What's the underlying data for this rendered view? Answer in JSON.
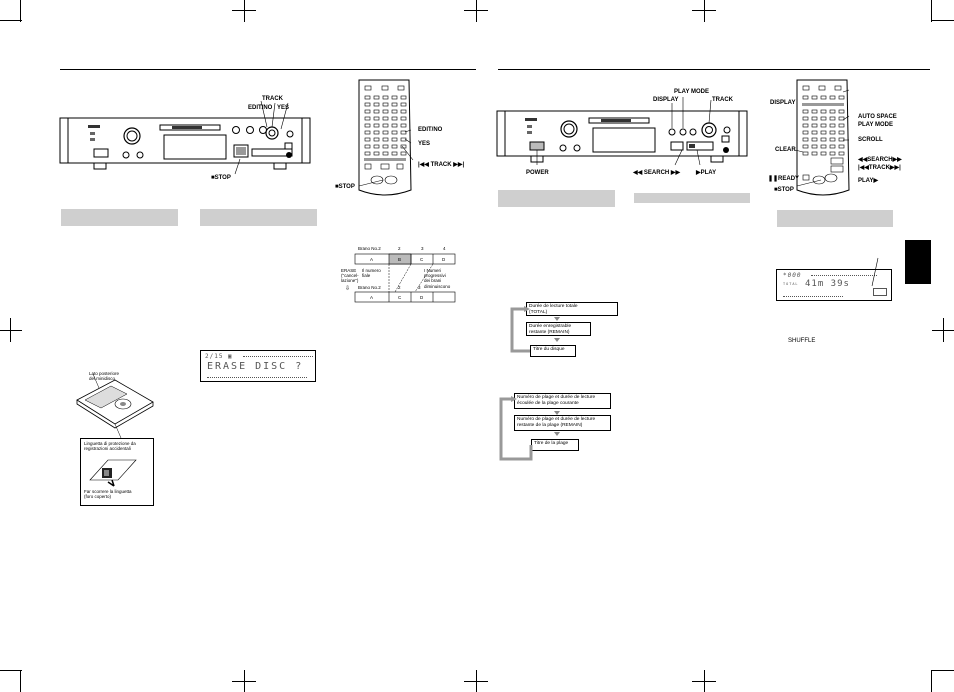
{
  "left_page": {
    "device_labels": {
      "track": "TRACK",
      "editing_no": "EDIT/NO",
      "yes": "YES",
      "stop": "■STOP"
    },
    "remote_labels": {
      "editing_no": "EDIT/NO",
      "yes": "YES",
      "track": "|◀◀ TRACK ▶▶|",
      "stop": "■STOP"
    },
    "erase_table": {
      "header_label": "Brano No.2",
      "col_numbers": [
        "2",
        "3",
        "4"
      ],
      "row1": [
        "A",
        "B",
        "C",
        "D"
      ],
      "erase_label": "ERASE\n(\"cancel-\nlazione\")",
      "erased_note": "Il numero\nfiale",
      "renumber_note": "I Numeri\nprogressivi\ndei brani\ndiminuiscono",
      "brano_label2": "Brano No.2",
      "lower_numbers": [
        "2",
        "3"
      ],
      "row2": [
        "A",
        "C",
        "D",
        ""
      ]
    },
    "lcd_erase": {
      "top_line": "2/15 ▣",
      "main_text": "ERASE DISC ?"
    },
    "minidisc": {
      "top_caption": "Lato posteriore\ndel minidisco",
      "tab_caption": "Linguetta di protezione da\nregistrazioni accidentali",
      "slide_caption": "Far scorrere la linguetta\n(foro coperto)"
    }
  },
  "right_page": {
    "device_labels": {
      "play_mode": "PLAY MODE",
      "display": "DISPLAY",
      "track": "TRACK",
      "power": "POWER",
      "search": "◀◀ SEARCH ▶▶",
      "play": "▶PLAY"
    },
    "remote_labels": {
      "display": "DISPLAY",
      "auto_space": "AUTO SPACE",
      "play_mode": "PLAY MODE",
      "scroll": "SCROLL",
      "clear": "CLEAR",
      "search": "◀◀SEARCH▶▶",
      "track": "|◀◀TRACK▶▶|",
      "ready": "❚❚READY",
      "play": "PLAY▶",
      "stop": "■STOP"
    },
    "flow_disc": [
      "Durée de lecture totale\n(TOTAL)",
      "Durée enregistrable\nrestante (REMAIN)",
      "Titre du disque"
    ],
    "flow_track": [
      "Numéro de plage et durée de lecture\nécoulée de la plage courante",
      "Numéro de plage et durée de lecture\nrestante de la plage (REMAIN)",
      "Titre de la plage"
    ],
    "lcd_time": {
      "top_line": "*000",
      "total_label": "TOTAL",
      "main_text": "41m 39s"
    },
    "shuffle_label": "SHUFFLE"
  }
}
